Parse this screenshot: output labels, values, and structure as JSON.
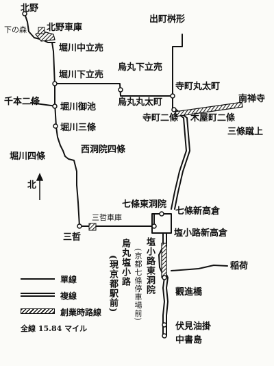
{
  "stations": {
    "kitano": "北野",
    "shimonomori": "下の森",
    "kitano_depot": "北野車庫",
    "horikawa_nakadachiuri": "堀川中立売",
    "horikawa_shimodachiuri": "堀川下立売",
    "karasuma_shimodachiuri": "烏丸下立売",
    "karasuma_marutamachi": "烏丸丸太町",
    "demachi": "出町桝形",
    "teramachi_marutamachi": "寺町丸太町",
    "minamizenji": "南禅寺",
    "teramachi_nijo": "寺町二條",
    "kiyamachi_nijo": "木屋町二條",
    "sanjo_keage": "三條蹴上",
    "shijo_nijo": "千本二條",
    "horikawa_oike": "堀川御池",
    "horikawa_sanjo": "堀川三條",
    "horikawa_shijo": "堀川四條",
    "nishinotoin_shijo": "西洞院四條",
    "shichijo_higashinotoin": "七條東洞院",
    "shichijo_shintakakura": "七條新高倉",
    "shiokoji_shintakakura": "塩小路新高倉",
    "sanzai_depot": "三哲車庫",
    "sanzai": "三哲",
    "karasuma_shiokoji": "烏丸塩小路",
    "karasuma_shiokoji_note": "(現京都駅前)",
    "shiokoji_higashinotoin": "塩小路東洞院",
    "shiokoji_higashinotoin_note": "(京都七條停車場前)",
    "inari": "稲荷",
    "kanshin_bashi": "觀進橋",
    "fushimi_aburakake": "伏見油掛",
    "chushojima": "中書島"
  },
  "compass": "北",
  "legend": {
    "single_track": "單線",
    "double_track": "複線",
    "original_route": "創業時路線",
    "total_length": "全線 15.84 マイル"
  }
}
